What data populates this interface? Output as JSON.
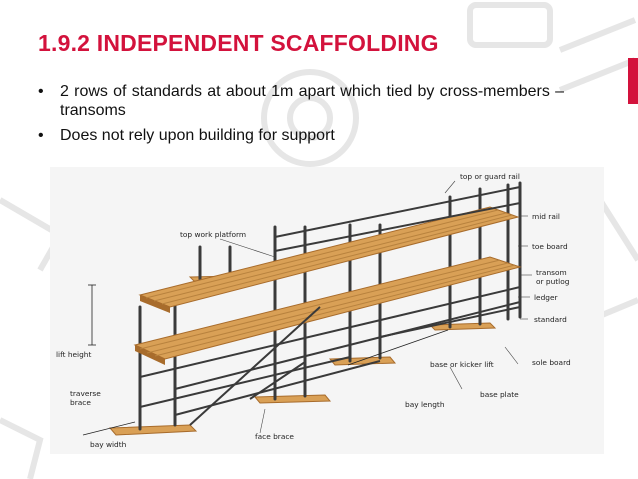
{
  "slide": {
    "title": "1.9.2 INDEPENDENT SCAFFOLDING",
    "bullets": [
      {
        "symbol": "•",
        "text": "2 rows of standards at about 1m apart which tied by cross-members –transoms"
      },
      {
        "symbol": "•",
        "text": "Does not rely upon building for support"
      }
    ]
  },
  "diagram": {
    "labels": {
      "top_rail": "top or guard rail",
      "mid_rail": "mid rail",
      "toe_board": "toe board",
      "transom": "transom",
      "or_putlog": "or putlog",
      "ledger": "ledger",
      "standard": "standard",
      "top_work_platform": "top work platform",
      "lift_height": "lift height",
      "base_lift": "base or kicker lift",
      "sole_board": "sole board",
      "base_plate": "base plate",
      "bay_length": "bay length",
      "traverse_brace": "traverse",
      "traverse_brace_2": "brace",
      "face_brace": "face brace",
      "bay_width": "bay width"
    }
  },
  "colors": {
    "accent": "#d3123c",
    "text": "#111111",
    "wood": "#d9a056",
    "wood_dark": "#a86c2c",
    "steel": "#3a3a3a"
  }
}
